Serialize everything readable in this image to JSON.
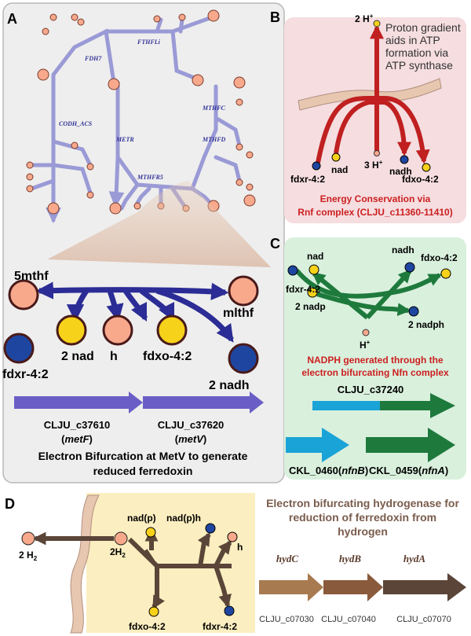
{
  "panel_a": {
    "letter": "A",
    "enzymes": [
      "FDH7",
      "FTHFLi",
      "MTHFC",
      "CODH_ACS",
      "METR",
      "MTHFD",
      "MTHFR5"
    ],
    "metabolites": {
      "m1": "5mthf",
      "m2": "mlthf",
      "m3": "fdxr-4:2",
      "m4": "2 nad",
      "m5": "h",
      "m6": "fdxo-4:2",
      "m7": "2 nadh"
    },
    "genes": [
      {
        "id": "CLJU_c37610",
        "name": "metF"
      },
      {
        "id": "CLJU_c37620",
        "name": "metV"
      }
    ],
    "caption_line1": "Electron Bifurcation at MetV to generate",
    "caption_line2": "reduced ferredoxin",
    "colors": {
      "panel_bg": "#eeeeee",
      "pathway": "#9a9ad6",
      "arrow": "#2c2c96",
      "gene": "#6a5ec6",
      "node": "#f8a98c",
      "yellow": "#f7d21a",
      "blue": "#1e46a0"
    }
  },
  "panel_b": {
    "letter": "B",
    "h_top": "2 H",
    "plus": "+",
    "text_lines": [
      "Proton gradient",
      "aids in ATP",
      "formation via",
      "ATP synthase"
    ],
    "labels": {
      "fdxr": "fdxr-4:2",
      "nad": "nad",
      "h3": "3 H",
      "nadh": "nadh",
      "fdxo": "fdxo-4:2"
    },
    "caption_line1": "Energy Conservation via",
    "caption_line2": "Rnf complex (CLJU_c11360-11410)",
    "colors": {
      "panel_bg": "#f5dde0",
      "arrow": "#c02020",
      "caption": "#cc2020"
    }
  },
  "panel_c": {
    "letter": "C",
    "labels": {
      "nad": "nad",
      "nadh": "nadh",
      "fdxo": "fdxo-4:2",
      "fdxr": "fdxr-4:2",
      "nadp": "2 nadp",
      "nadph": "2 nadph",
      "h": "H"
    },
    "plus": "+",
    "caption_line1": "NADPH generated through the",
    "caption_line2": "electron bifurcating Nfn complex",
    "gene_top": "CLJU_c37240",
    "gene_left_id": "CKL_0460",
    "gene_left_name": "nfnB",
    "gene_right_id": "CKL_0459",
    "gene_right_name": "nfnA",
    "colors": {
      "panel_bg": "#d9f0dd",
      "arrow": "#1e7a3c",
      "cyan": "#1aa3d6",
      "caption": "#cc2020"
    }
  },
  "panel_d": {
    "letter": "D",
    "labels": {
      "h2_out": "2 H",
      "h2_in": "2H",
      "sub2": "2",
      "nadp": "nad(p)",
      "nadph": "nad(p)h",
      "h": "h",
      "fdxo": "fdxo-4:2",
      "fdxr": "fdxr-4:2"
    },
    "title_lines": [
      "Electron bifurcating hydrogenase for",
      "reduction of ferredoxin from",
      "hydrogen"
    ],
    "genes": [
      {
        "name": "hydC",
        "id": "CLJU_c07030"
      },
      {
        "name": "hydB",
        "id": "CLJU_c07040"
      },
      {
        "name": "hydA",
        "id": "CLJU_c07070"
      }
    ],
    "colors": {
      "panel_bg": "#fbeec0",
      "arrow": "#5a4538",
      "title": "#7a5c4c"
    }
  }
}
